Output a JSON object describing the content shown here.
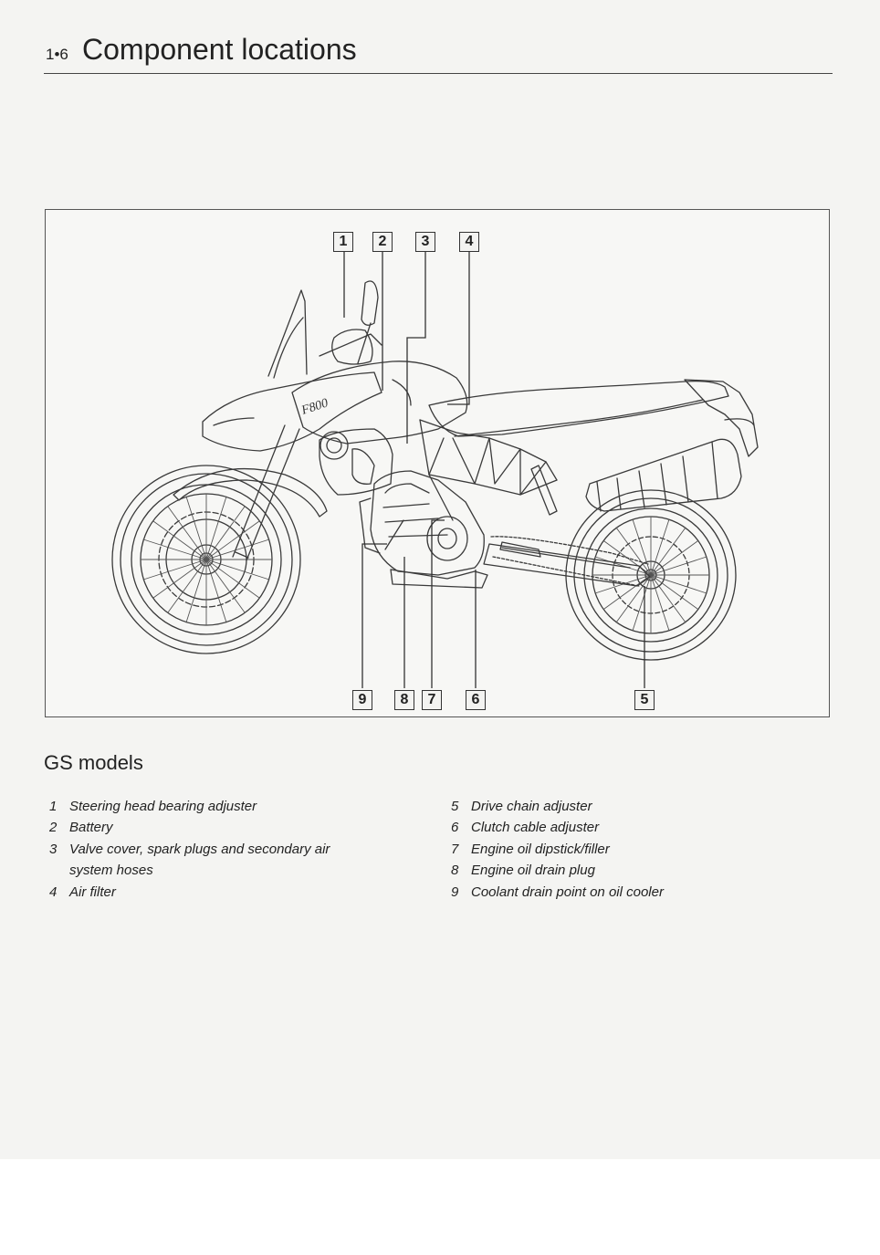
{
  "header": {
    "page_number": "1•6",
    "title": "Component locations"
  },
  "figure": {
    "callouts_top": [
      "1",
      "2",
      "3",
      "4"
    ],
    "callouts_bottom": [
      "9",
      "8",
      "7",
      "6",
      "5"
    ],
    "logo_text": "F800"
  },
  "section": {
    "title": "GS models"
  },
  "legend": {
    "left": [
      {
        "num": "1",
        "text": "Steering head bearing adjuster"
      },
      {
        "num": "2",
        "text": "Battery"
      },
      {
        "num": "3",
        "text": "Valve cover, spark plugs and secondary air system hoses"
      },
      {
        "num": "4",
        "text": "Air filter"
      }
    ],
    "right": [
      {
        "num": "5",
        "text": "Drive chain adjuster"
      },
      {
        "num": "6",
        "text": "Clutch cable adjuster"
      },
      {
        "num": "7",
        "text": "Engine oil dipstick/filler"
      },
      {
        "num": "8",
        "text": "Engine oil drain plug"
      },
      {
        "num": "9",
        "text": "Coolant drain point on oil cooler"
      }
    ]
  }
}
